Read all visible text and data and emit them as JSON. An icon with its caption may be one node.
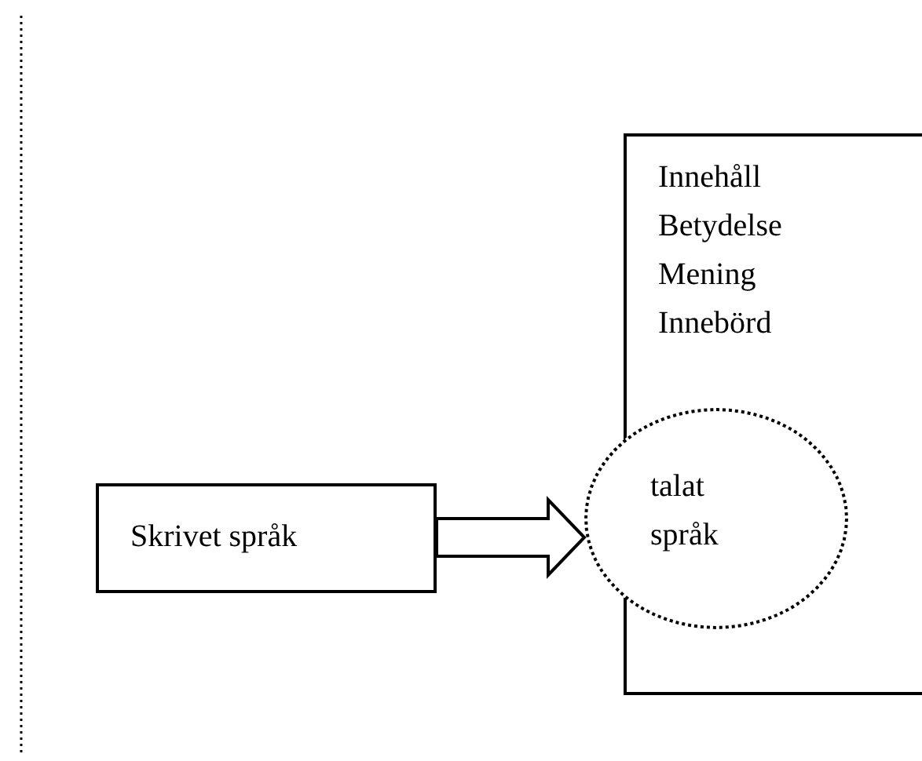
{
  "diagram": {
    "nodes": [
      {
        "text": [
          "Innehåll",
          "Betydelse",
          "Mening",
          "Innebörd"
        ]
      },
      {
        "text": [
          "talat språk"
        ]
      },
      {
        "text": [
          "Skrivet språk"
        ]
      }
    ],
    "edges": [
      {
        "from": 2,
        "to": 1,
        "arrow": "to",
        "style": "thick"
      }
    ]
  }
}
